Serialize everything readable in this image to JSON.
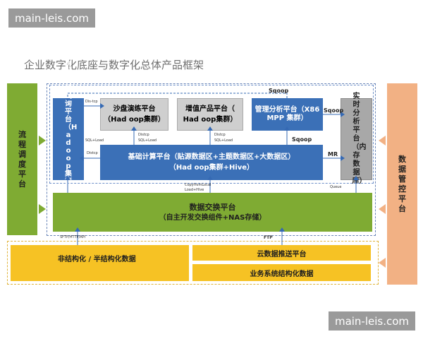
{
  "watermark_top": "main-leis.com",
  "watermark_bottom": "main-leis.com",
  "title": "企业数字化底座与数字化总体产品框架",
  "left_panel": "流程调度平台",
  "right_panel": "数据管控平台",
  "boxes": {
    "history": "历史归档查询平台（Hadoop集群+Hive）",
    "sandbox": "沙盘演练平台（Had oop集群）",
    "value_add": "增值产品平台（ Had oop集群）",
    "mgmt_analysis": "管理分析平台（X86 MPP 集群）",
    "realtime": "实时分析平台（内存数据库）",
    "base_compute_1": "基础计算平台（贴源数据区+主题数据区+大数据区）",
    "base_compute_2": "（Had oop集群+Hive）",
    "exchange_1": "数据交换平台",
    "exchange_2": "（自主开发交换组件+NAS存储）",
    "unstructured": "非结构化 / 半结构化数据",
    "cloud_push": "云数据推送平台",
    "biz_struct": "业务系统结构化数据"
  },
  "labels": {
    "sqoop_top": "Sqoop",
    "sqoop_right": "Sqoop",
    "sqoop_mid": "Sqoop",
    "mr": "MR",
    "distcp_hist_top": "Dis-tcp",
    "distcp_hist_side": "Distcp",
    "sql_load_hist": "SQL+Load",
    "distcp_1": "Distcp",
    "sql_load_1": "SQL+Load",
    "distcp_2": "Distcp",
    "sql_load_2": "SQL+Load",
    "copy_load": "CopyfromLocal",
    "load_hive": "Load+Hive",
    "queue": "Queue",
    "sftp": "SFTP/HTTP/API",
    "ftp": "FTP"
  },
  "colors": {
    "green": "#7fab33",
    "blue": "#3b70b7",
    "orange": "#f2b184",
    "yellow": "#f6c224",
    "gray": "#cfcfcf"
  }
}
